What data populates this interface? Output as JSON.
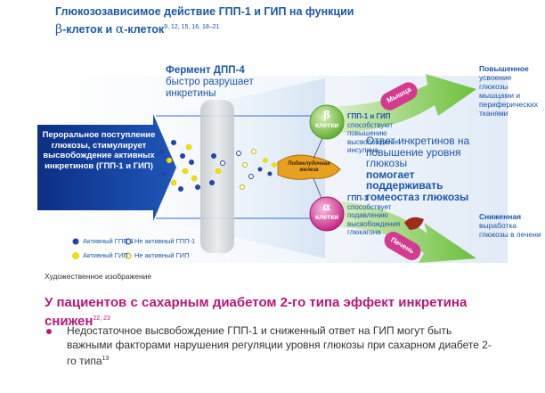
{
  "title": {
    "line1": "Глюкозозависимое действие ГПП-1 и ГИП  на функции",
    "beta": "β",
    "line2_part": "-клеток и ",
    "alpha": "α",
    "line2_end": "-клеток",
    "refs": "9, 12, 15, 16, 18–21"
  },
  "enzyme": {
    "bold": "Фермент ДПП-4",
    "text": "быстро разрушает инкретины"
  },
  "oral_box": "Пероральное поступление глюкозы, стимулирует высвобождение активных инкретинов (ГПП-1 и ГИП)",
  "beta_cell": {
    "symbol": "β",
    "label": "клетки"
  },
  "alpha_cell": {
    "symbol": "α",
    "label": "клетки"
  },
  "beta_text": {
    "bold": "ГПП-1 и ГИП",
    "text": "способствуют повышению высвобождения инсулина"
  },
  "alpha_text": {
    "bold": "ГПП-1",
    "text": "способствует подавлению высвобождения глюкагона"
  },
  "pancreas": "Поджелудочная железа",
  "muscle": "Мышца",
  "liver": "Печень",
  "effect": {
    "text": "Ответ инкретинов на повышение уровня глюкозы",
    "bold": "помогает поддерживать гомеостаз глюкозы"
  },
  "right_top": {
    "bold": "Повышенное",
    "text": "усвоение глюкозы мышцами и периферических тканями"
  },
  "right_bottom": {
    "bold": "Сниженная",
    "text": "выработка глюкозы в печени"
  },
  "legend": {
    "active_glp": "Активный ГПП-1",
    "inactive_glp": "Не активный ГПП-1",
    "active_gip": "Активный ГИП",
    "inactive_gip": "Не активный ГИП"
  },
  "caption": "Художественное изображение",
  "heading": {
    "text": "У пациентов с сахарным диабетом 2-го типа эффект инкретина снижен",
    "refs": "22, 23"
  },
  "bullet": {
    "text": "Недостаточное высвобождение ГПП-1 и сниженный ответ на ГИП могут быть важными факторами нарушения регуляции уровня глюкозы при сахарном диабете 2-го типа",
    "refs": "13"
  },
  "colors": {
    "brand_blue": "#1d56a6",
    "magenta": "#b5197b",
    "green": "#6cbf3c",
    "active_glp": "#2643a6",
    "active_gip": "#f2e200"
  }
}
